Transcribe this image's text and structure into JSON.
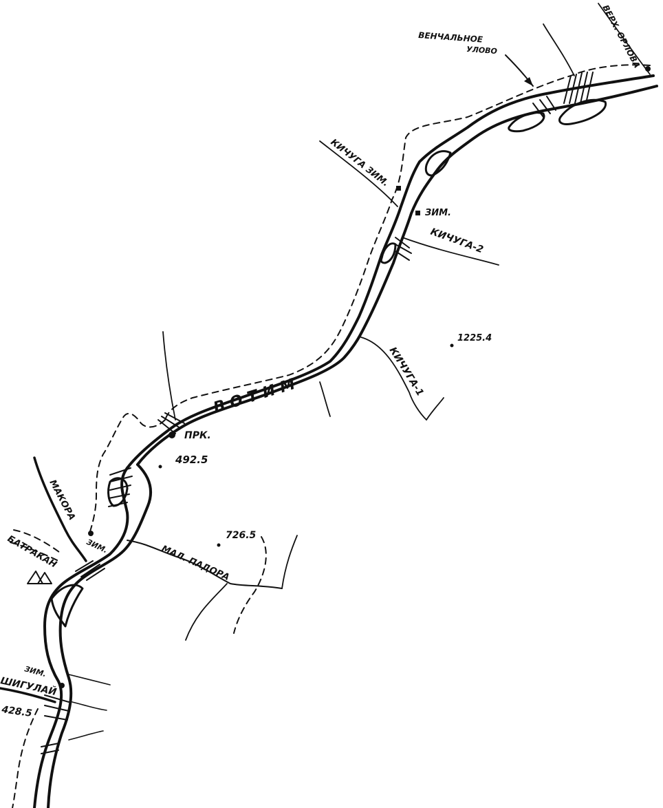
{
  "labels": {
    "venchalnoe": "ВЕНЧАЛЬНОЕ",
    "ulovo": "УЛОВО",
    "verkh_orlova": "ВЕРХ. ОРЛОВА",
    "kichuga_zim": "КИЧУГА ЗИМ.",
    "zim_1": "ЗИМ.",
    "kichuga_2": "КИЧУГА-2",
    "elev_1225": "1225.4",
    "kichuga_1": "КИЧУГА-1",
    "river": "ВОТИМ",
    "prk": "ПРК.",
    "elev_492": "492.5",
    "makora": "МАКОРА",
    "zim_2": "ЗИМ.",
    "batrakan": "БАТРАКАН",
    "elev_726": "726.5",
    "mal_padora": "МАЛ. ПАДОРА",
    "zim_3": "ЗИМ.",
    "shigulay": "ШИГУЛАЙ",
    "elev_428": "428.5"
  }
}
